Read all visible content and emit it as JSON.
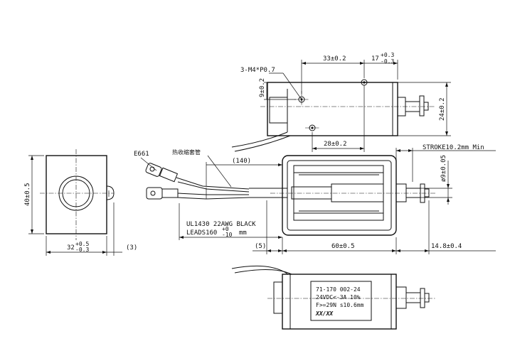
{
  "top_view": {
    "hole_callout": "3-M4*P0.7",
    "dim_length": "33±0.2",
    "dim_end": "17",
    "dim_end_tol_plus": "+0.3",
    "dim_end_tol_minus": "-0.3",
    "dim_left": "9±0.2",
    "dim_height": "24±0.2",
    "dim_hole_spacing": "28±0.2"
  },
  "end_view": {
    "dim_height": "40±0.5",
    "dim_width": "32",
    "dim_width_tol_plus": "+0.5",
    "dim_width_tol_minus": "-0.3",
    "dim_tab": "(3)"
  },
  "front_view": {
    "terminal_label": "E661",
    "sleeve_label": "热收缩套管",
    "sleeve_length": "(140)",
    "wire_spec": "UL1430  22AWG  BLACK",
    "leads_prefix": "LEADS160",
    "leads_tol_plus": "+0",
    "leads_tol_minus": "-10",
    "leads_unit": "mm",
    "stroke": "STROKE10.2mm Min",
    "plunger_dia": "ø9±0.05",
    "dim_left": "(5)",
    "dim_body": "60±0.5",
    "dim_plunger": "14.8±0.4"
  },
  "label": {
    "line1": "71-170   002-24",
    "line2": "24VDC<-3A  10%",
    "line3": "F>=29N   s10.6mm",
    "line4": "XX/XX"
  }
}
